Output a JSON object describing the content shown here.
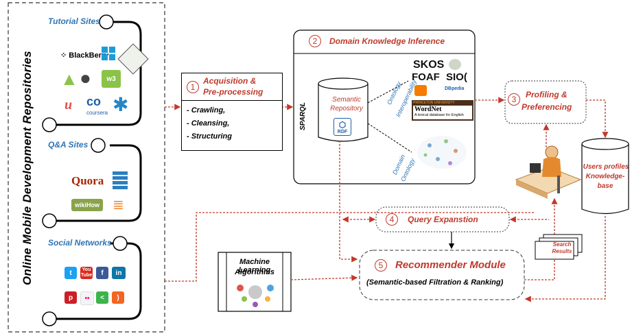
{
  "left_panel": {
    "title": "Online Mobile Development Repositories",
    "tutorial_sites": "Tutorial Sites",
    "qa_sites": "Q&A Sites",
    "social_networks": "Social Networks",
    "logos": {
      "blackberry": "BlackBerry",
      "coursera": "coursera",
      "quora": "Quora",
      "wikihow": "wikiHow",
      "udemy": "u",
      "youtube": "You Tube"
    }
  },
  "step1": {
    "number": "1",
    "title_line1": "Acquisition &",
    "title_line2": "Pre-processing",
    "items": [
      "- Crawling,",
      "- Cleansing,",
      "- Structuring"
    ]
  },
  "step2": {
    "number": "2",
    "title": "Domain Knowledge Inference",
    "sparql": "SPARQL",
    "repo_line1": "Semantic",
    "repo_line2": "Repository",
    "rdf": "RDF",
    "ontology_interop_1": "Ontology",
    "ontology_interop_2": "Interoperability",
    "domain_ontology_1": "Domain",
    "domain_ontology_2": "Ontology",
    "logos": {
      "skos": "SKOS",
      "foaf": "FOAF",
      "sioc": "SIO(",
      "dbpedia": "DBpedia",
      "wordnet": "WordNet",
      "wordnet_sub": "A lexical database for English",
      "princeton": "PRINCETON UNIVERSITY"
    }
  },
  "step3": {
    "number": "3",
    "title_line1": "Profiling &",
    "title_line2": "Preferencing"
  },
  "step4": {
    "number": "4",
    "title": "Query Expanstion"
  },
  "step5": {
    "number": "5",
    "title": "Recommender Module",
    "subtitle": "(Semantic-based Filtration & Ranking)"
  },
  "ml_box": {
    "title_line1": "Machine Learning",
    "title_line2": "Algorithms"
  },
  "users_db": {
    "line1": "Users profiles",
    "line2": "Knowledge-",
    "line3": "base"
  },
  "search_results": {
    "line1": "Search",
    "line2": "Results"
  },
  "colors": {
    "accent_blue": "#2e75b6",
    "flow_red": "#c0392b",
    "border": "#000000"
  }
}
